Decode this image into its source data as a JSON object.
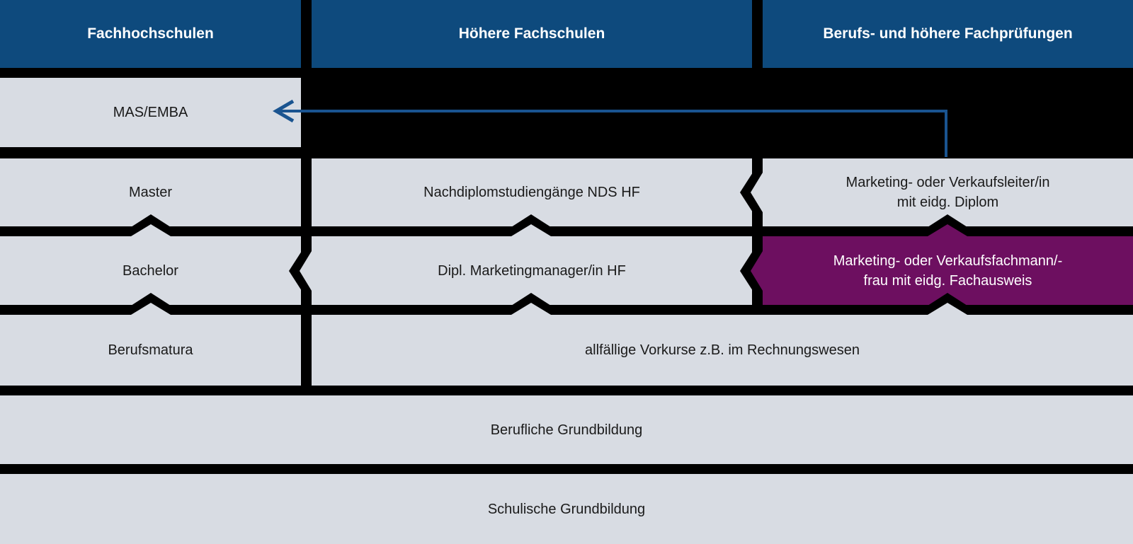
{
  "colors": {
    "background": "#000000",
    "header_blue": "#0e4a7d",
    "box_gray": "#d8dce3",
    "highlight_purple": "#6d0f60",
    "arrow_blue": "#1a5490",
    "box_text": "#1a1a1a",
    "header_text": "#ffffff"
  },
  "headers": [
    {
      "label": "Fachhochschulen"
    },
    {
      "label": "Höhere Fachschulen"
    },
    {
      "label": "Berufs- und höhere Fachprüfungen"
    }
  ],
  "fachhochschulen_track": {
    "mas_emba": "MAS/EMBA",
    "master": "Master",
    "bachelor": "Bachelor",
    "berufsmatura": "Berufsmatura"
  },
  "hoehere_fachschulen_track": {
    "nds_hf": "Nachdiplomstudiengänge NDS HF",
    "marketingmanager_hf": "Dipl. Marketingmanager/in HF"
  },
  "pruefungen_track": {
    "verkaufsleiter": {
      "lines": [
        "Marketing- oder Verkaufsleiter/in",
        "mit eidg. Diplom"
      ]
    },
    "verkaufsfachmann": {
      "lines": [
        "Marketing- oder Verkaufsfachmann/-",
        "frau mit eidg. Fachausweis"
      ]
    }
  },
  "foundation": {
    "vorkurse": "allfällige Vorkurse z.B. im Rechnungswesen",
    "berufliche_grundbildung": "Berufliche Grundbildung",
    "schulische_grundbildung": "Schulische Grundbildung"
  }
}
